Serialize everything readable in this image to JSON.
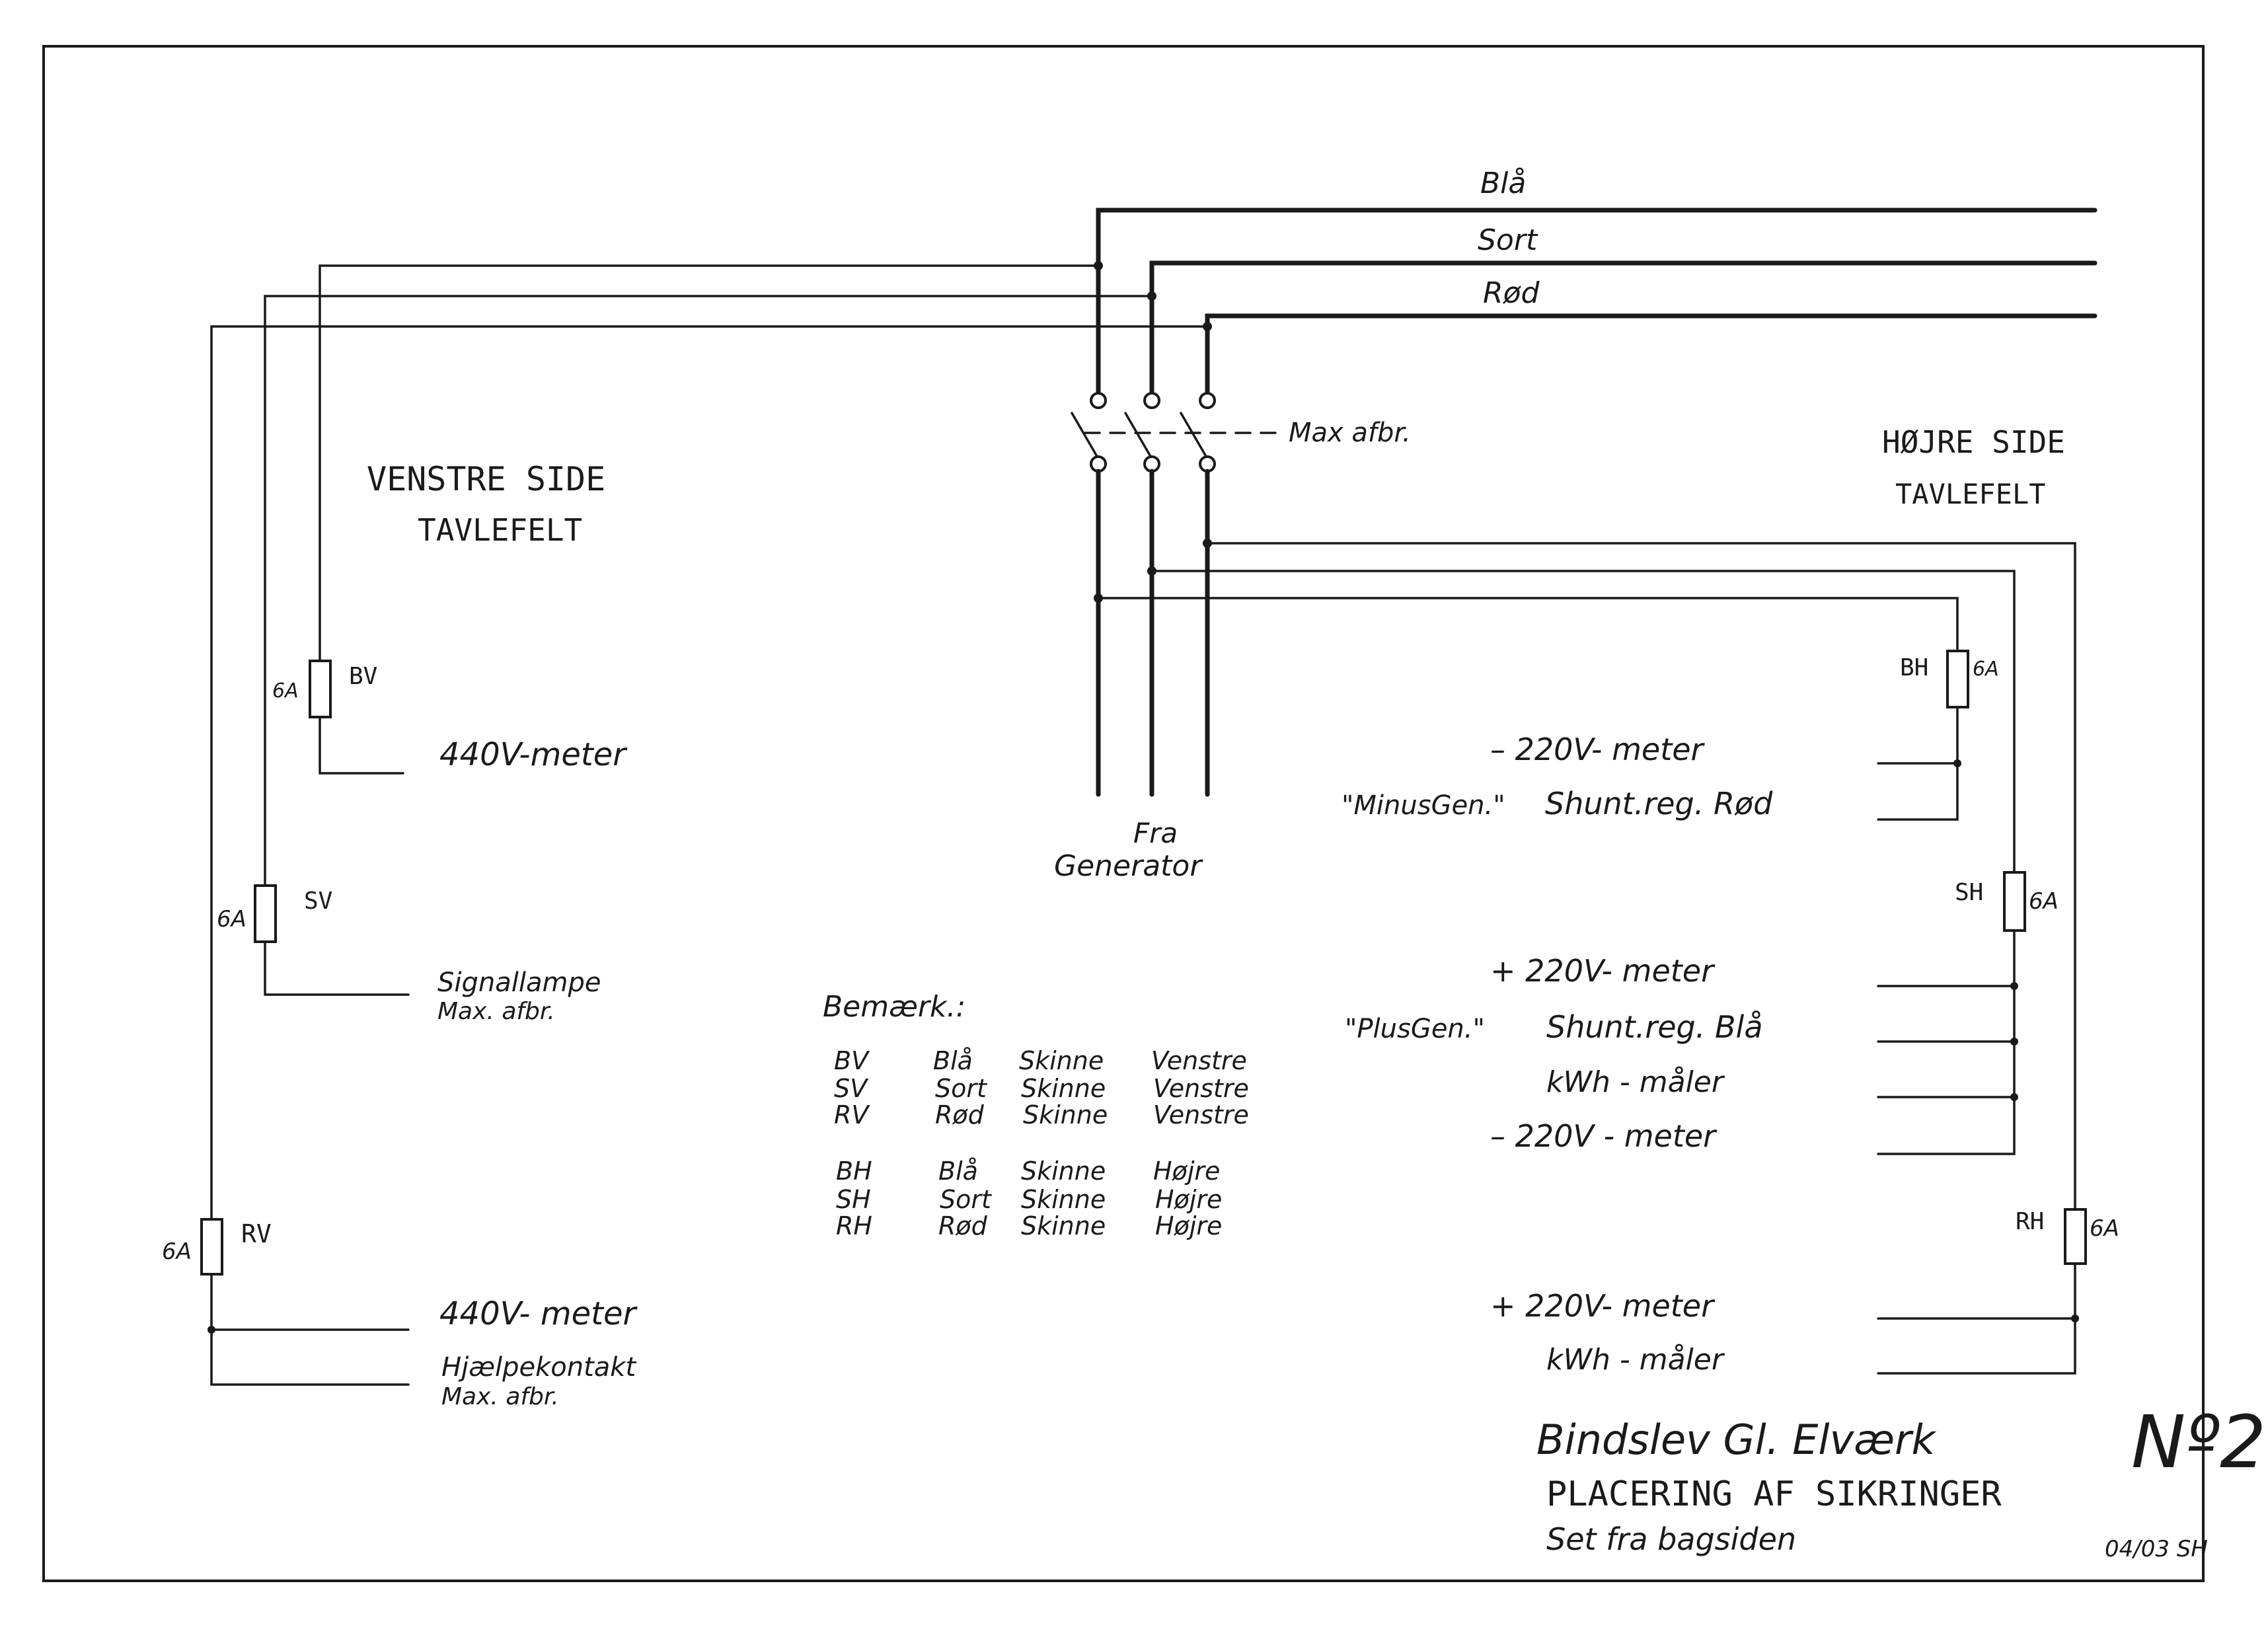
{
  "drawing": {
    "title": "Bindslev Gl. Elværk",
    "subtitle": "PLACERING AF SIKRINGER",
    "view_note": "Set fra bagsiden",
    "sheet_number": "Nº2",
    "date_initials": "04/03 SH"
  },
  "buses": {
    "blue": "Blå",
    "black": "Sort",
    "red": "Rød"
  },
  "breaker_label": "Max afbr.",
  "generator_label_1": "Fra",
  "generator_label_2": "Generator",
  "left_panel": {
    "title_1": "VENSTRE SIDE",
    "title_2": "TAVLEFELT",
    "fuses": [
      {
        "rating": "6A",
        "code": "BV"
      },
      {
        "rating": "6A",
        "code": "SV"
      },
      {
        "rating": "6A",
        "code": "RV"
      }
    ],
    "outputs": {
      "bv_1": "440V-meter",
      "sv_1a": "Signallampe",
      "sv_1b": "Max. afbr.",
      "rv_1": "440V- meter",
      "rv_2a": "Hjælpekontakt",
      "rv_2b": "Max. afbr."
    }
  },
  "right_panel": {
    "title_1": "HØJRE SIDE",
    "title_2": "TAVLEFELT",
    "fuses": [
      {
        "rating": "6A",
        "code": "BH"
      },
      {
        "rating": "6A",
        "code": "SH"
      },
      {
        "rating": "6A",
        "code": "RH"
      }
    ],
    "outputs": {
      "bh_1": "– 220V- meter",
      "bh_2_tag": "\"MinusGen.\"",
      "bh_2": "Shunt.reg. Rød",
      "sh_1": "+ 220V- meter",
      "sh_2_tag": "\"PlusGen.\"",
      "sh_2": "Shunt.reg. Blå",
      "sh_3": "kWh - måler",
      "sh_4": "– 220V - meter",
      "rh_1": "+ 220V- meter",
      "rh_2": "kWh - måler"
    }
  },
  "legend": {
    "heading": "Bemærk.:",
    "rows": [
      [
        "BV",
        "Blå",
        "Skinne",
        "Venstre"
      ],
      [
        "SV",
        "Sort",
        "Skinne",
        "Venstre"
      ],
      [
        "RV",
        "Rød",
        "Skinne",
        "Venstre"
      ],
      [
        "BH",
        "Blå",
        "Skinne",
        "Højre"
      ],
      [
        "SH",
        "Sort",
        "Skinne",
        "Højre"
      ],
      [
        "RH",
        "Rød",
        "Skinne",
        "Højre"
      ]
    ]
  }
}
